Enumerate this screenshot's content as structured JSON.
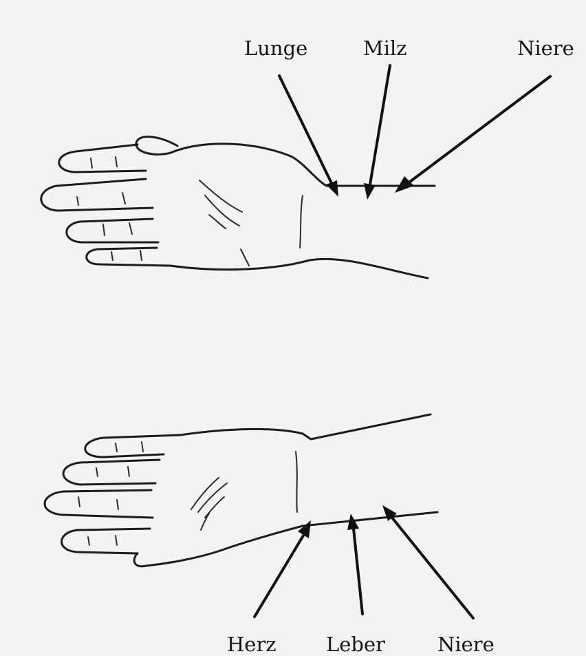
{
  "top_hand": {
    "labels": {
      "left": "Lunge",
      "middle": "Milz",
      "right": "Niere"
    }
  },
  "bottom_hand": {
    "labels": {
      "left": "Herz",
      "middle": "Leber",
      "right": "Niere"
    }
  },
  "colors": {
    "background": "#f3f3f1",
    "ink": "#141414"
  }
}
